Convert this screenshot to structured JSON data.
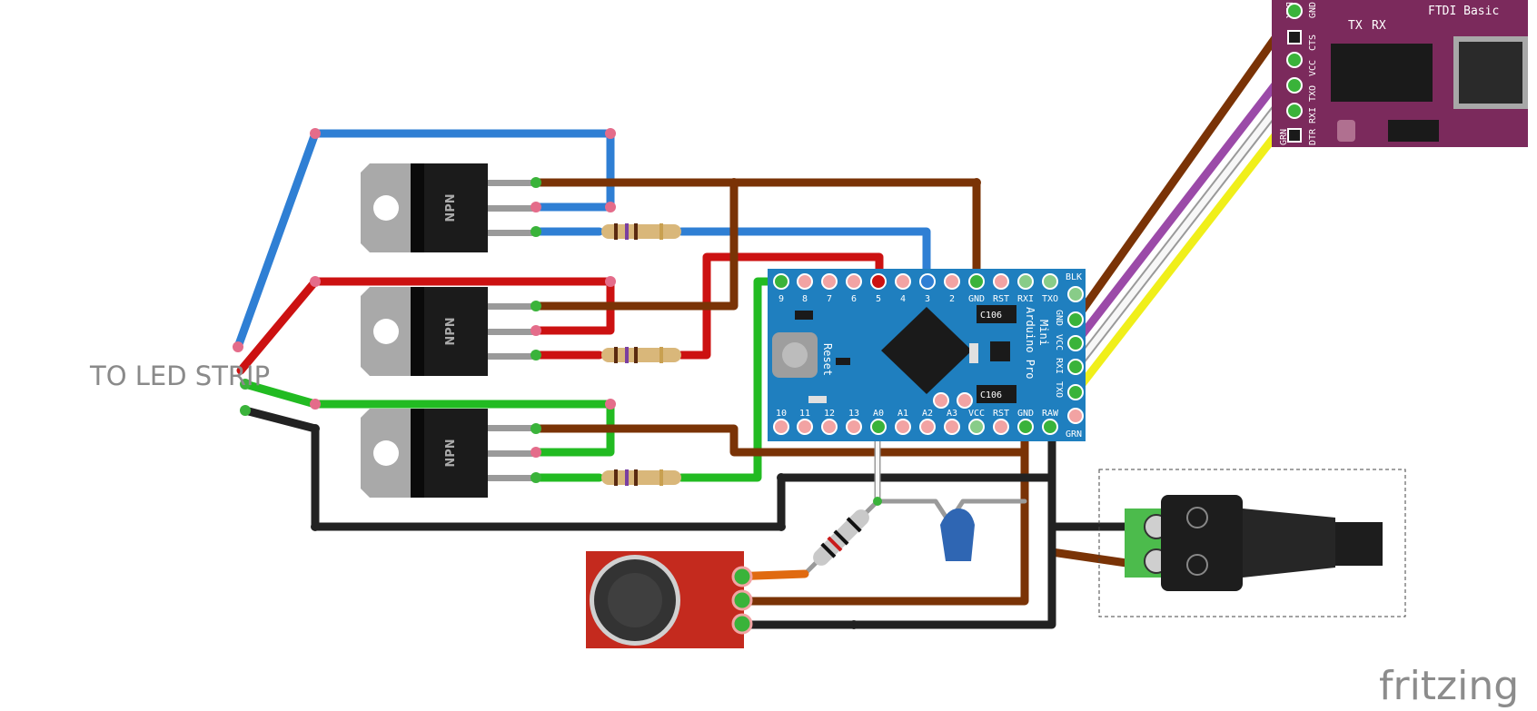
{
  "labels": {
    "led_strip": "TO LED STRIP",
    "npn": "NPN",
    "ftdi_title": "FTDI Basic",
    "ftdi_tx": "TX",
    "ftdi_rx": "RX",
    "board_name_1": "Arduino Pro",
    "board_name_2": "Mini",
    "reset": "Reset",
    "cap_code": "C106",
    "brand": "fritzing"
  },
  "arduino_top_pins": [
    "9",
    "8",
    "7",
    "6",
    "5",
    "4",
    "3",
    "2",
    "GND",
    "RST",
    "RXI",
    "TXO"
  ],
  "arduino_bottom_pins": [
    "10",
    "11",
    "12",
    "13",
    "A0",
    "A1",
    "A2",
    "A3",
    "VCC",
    "RST",
    "GND",
    "RAW"
  ],
  "arduino_side_pins": [
    "BLK",
    "GND",
    "VCC",
    "RXI",
    "TXO",
    "GRN"
  ],
  "ftdi_pins": [
    "BLK",
    "GND",
    "CTS",
    "VCC",
    "TXO",
    "RXI",
    "DTR",
    "GRN"
  ],
  "colors": {
    "blue_wire": "#2f7fd4",
    "red_wire": "#cc1111",
    "green_wire": "#22bb22",
    "brown_wire": "#7a3306",
    "black_wire": "#222222",
    "purple_wire": "#9b4aa8",
    "white_wire": "#f2f2f2",
    "yellow_wire": "#f0ef1a",
    "orange_wire": "#e06a10",
    "arduino_board": "#1f7fbf",
    "ftdi_board": "#7b2a5c",
    "mic_board": "#c42a1e"
  }
}
